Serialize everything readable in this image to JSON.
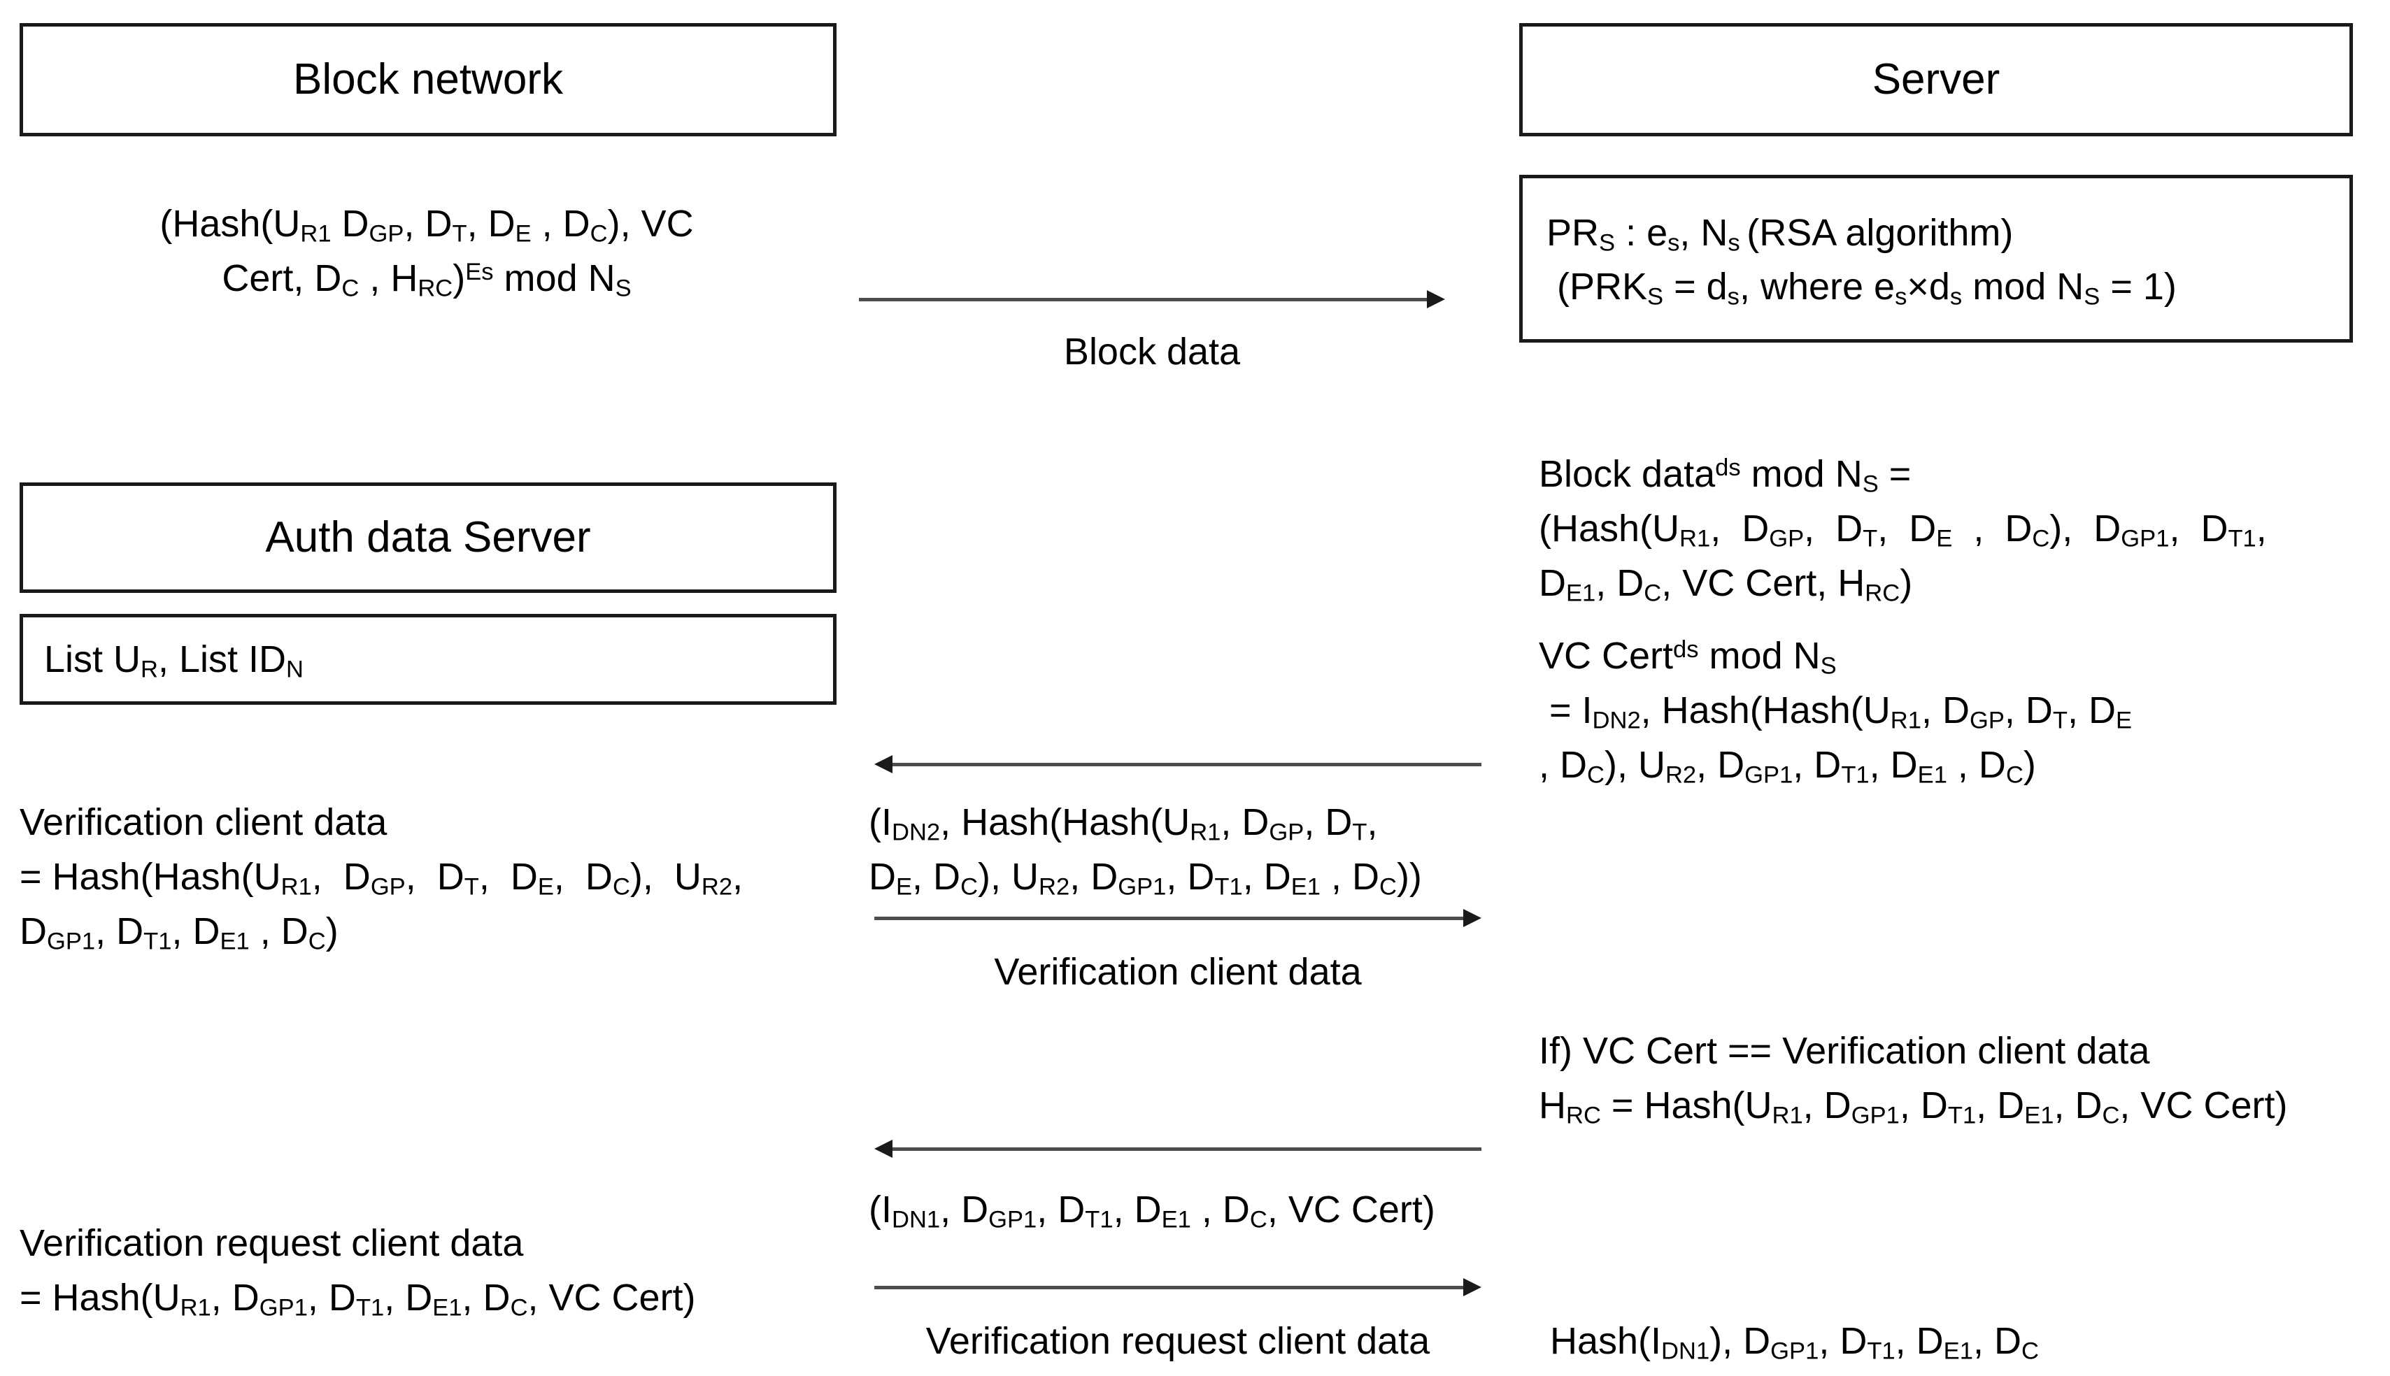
{
  "diagram": {
    "title": "Block network and Server verification protocol sequence diagram",
    "background_color": "#ffffff",
    "line_color": "#1a1a1a",
    "arrow_shaft_color": "#4d4d4d"
  },
  "actors": {
    "block_network": "Block network",
    "server": "Server",
    "auth_data_server": "Auth data Server"
  },
  "block_network_payload": {
    "line1": "(Hash(UR₁ D₆ₚ, Dₜ, Dₑ , Dᴄ), VC",
    "line1_plain": "(Hash(UR1 DGP, DT, DE , DC), VC",
    "line2_plain": "Cert, DC , HRC)Es mod NS"
  },
  "server_key_box": {
    "line1": "PRS : eS, NS (RSA algorithm)",
    "line2": "(PRKS = dS, where eS×dS mod NS = 1)"
  },
  "auth_list_box": {
    "line1": "List UR, List IDN"
  },
  "server_block_data_decrypt": {
    "line1": "Block datads mod NS =",
    "line2": "(Hash(UR1,  DGP,  DT,  DE  ,  DC),  DGP1,  DT1,",
    "line3": "DE1, DC, VC Cert, HRC)"
  },
  "server_vc_cert_decrypt": {
    "line1": "VC Certds mod NS",
    "line2": " = IDN2, Hash(Hash(UR1, DGP, DT, DE",
    "line3": ", DC), UR2, DGP1, DT1, DE1 , DC)"
  },
  "server_if_check": {
    "line1": "If) VC Cert == Verification client data",
    "line2": "HRC = Hash(UR1, DGP1, DT1, DE1, DC, VC Cert)"
  },
  "server_final": {
    "line1": "Hash(IDN1), DGP1, DT1, DE1, DC"
  },
  "auth_verification_client_data": {
    "line1": "Verification client data",
    "line2": "= Hash(Hash(UR1,  DGP,  DT,  DE,  DC),  UR2,",
    "line3": "DGP1, DT1, DE1 , DC)"
  },
  "auth_verification_request_client_data": {
    "line1": "Verification request client data",
    "line2": "= Hash(UR1, DGP1, DT1, DE1, DC, VC Cert)"
  },
  "messages": [
    {
      "id": "block-data",
      "direction": "right",
      "label": "Block data",
      "payload": ""
    },
    {
      "id": "vc-cert-response",
      "direction": "left",
      "label": "",
      "payload_line1": "(IDN2, Hash(Hash(UR1, DGP, DT,",
      "payload_line2": "DE, DC), UR2, DGP1, DT1, DE1 , DC))"
    },
    {
      "id": "verification-client-data",
      "direction": "right",
      "label": "Verification client data",
      "payload": ""
    },
    {
      "id": "verification-request-response",
      "direction": "left",
      "label": "",
      "payload_line1": "(IDN1, DGP1, DT1, DE1 , DC, VC Cert)"
    },
    {
      "id": "verification-request-client-data",
      "direction": "right",
      "label": "Verification request client data",
      "payload": ""
    }
  ]
}
